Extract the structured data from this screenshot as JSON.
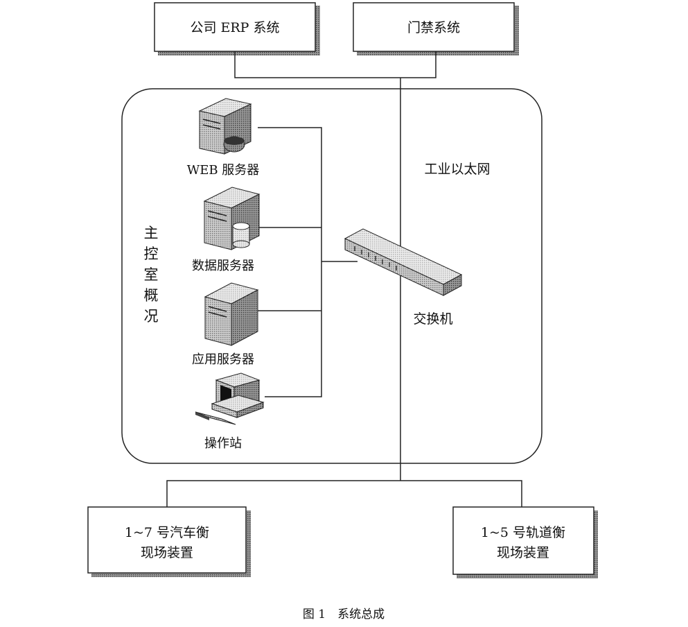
{
  "boxes": {
    "erp": "公司 ERP 系统",
    "access": "门禁系统",
    "car_scale_line1": "1~7 号汽车衡",
    "car_scale_line2": "现场装置",
    "rail_scale_line1": "1~5 号轨道衡",
    "rail_scale_line2": "现场装置"
  },
  "control_room": {
    "label_chars": [
      "主",
      "控",
      "室",
      "概",
      "况"
    ]
  },
  "devices": {
    "web_server": "WEB 服务器",
    "db_server": "数据服务器",
    "app_server": "应用服务器",
    "workstation": "操作站",
    "switch": "交换机"
  },
  "network": {
    "ethernet": "工业以太网"
  },
  "caption": "图 1　系统总成"
}
